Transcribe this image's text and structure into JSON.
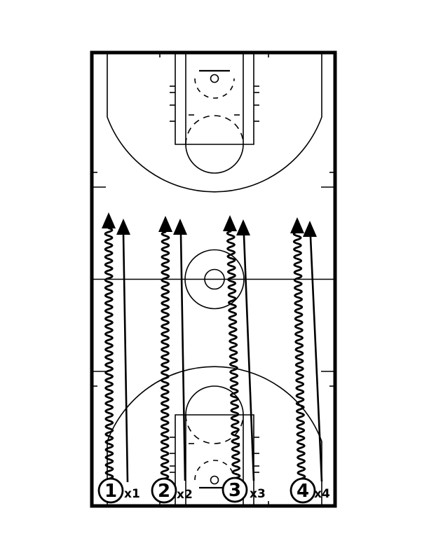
{
  "page": {
    "background": "#ffffff"
  },
  "diagram": {
    "type": "basketball-fullcourt-drill",
    "ink_color": "#000000",
    "lanes": [
      {
        "player": "1",
        "defender": "x1"
      },
      {
        "player": "2",
        "defender": "x2"
      },
      {
        "player": "3",
        "defender": "x3"
      },
      {
        "player": "4",
        "defender": "x4"
      }
    ]
  }
}
